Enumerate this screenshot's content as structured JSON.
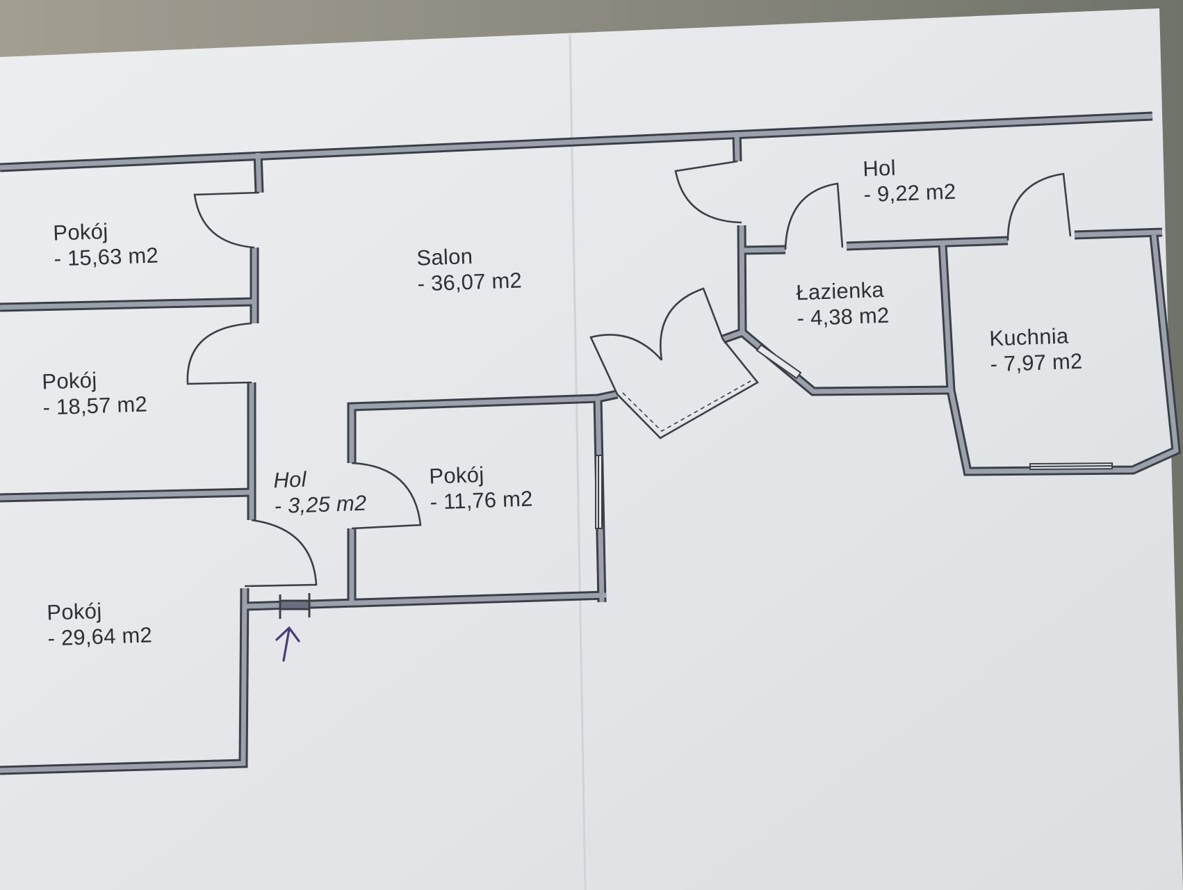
{
  "rooms": [
    {
      "id": "pokoj-1",
      "name": "Pokój",
      "area": "- 15,63 m2"
    },
    {
      "id": "pokoj-2",
      "name": "Pokój",
      "area": "- 18,57 m2"
    },
    {
      "id": "pokoj-3",
      "name": "Pokój",
      "area": "- 29,64 m2"
    },
    {
      "id": "salon",
      "name": "Salon",
      "area": "- 36,07 m2"
    },
    {
      "id": "hol-small",
      "name": "Hol",
      "area": "- 3,25 m2"
    },
    {
      "id": "pokoj-4",
      "name": "Pokój",
      "area": "- 11,76 m2"
    },
    {
      "id": "hol-large",
      "name": "Hol",
      "area": "- 9,22 m2"
    },
    {
      "id": "lazienka",
      "name": "Łazienka",
      "area": "- 4,38 m2"
    },
    {
      "id": "kuchnia",
      "name": "Kuchnia",
      "area": "- 7,97 m2"
    }
  ],
  "colors": {
    "paper": "#e6e8ea",
    "wall_outline": "#3b4048",
    "wall_fill": "#9aa1aa",
    "door_line": "#3b4048",
    "arrow": "#4a3a78",
    "background": "#8f8f87"
  },
  "icons": [
    "entrance-arrow-icon"
  ]
}
